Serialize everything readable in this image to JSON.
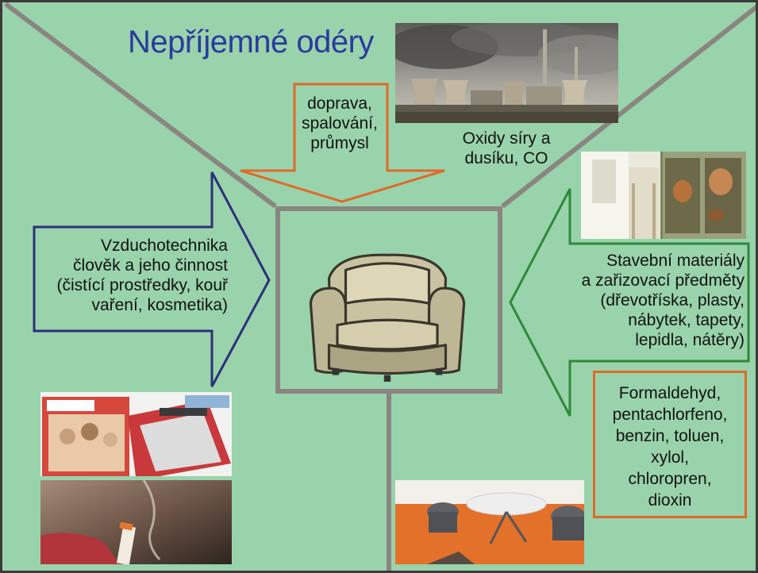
{
  "title": "Nepříjemné odéry",
  "top_arrow": {
    "lines": [
      "doprava,",
      "spalování,",
      "průmysl"
    ]
  },
  "smokestack_caption": {
    "lines": [
      "Oxidy síry a",
      "dusíku, CO"
    ]
  },
  "left_arrow": {
    "lines": [
      "Vzduchotechnika",
      "člověk a jeho činnost",
      "(čistící prostředky, kouř",
      "vaření, kosmetika)"
    ]
  },
  "right_arrow": {
    "lines": [
      "Stavební materiály",
      "a zařizovací předměty",
      "(dřevotříska, plasty,",
      "nábytek, tapety,",
      "lepidla, nátěry)"
    ]
  },
  "chemicals_box": {
    "lines": [
      "Formaldehyd,",
      "pentachlorfeno,",
      "benzin, toluen,",
      "xylol,",
      "chloropren,",
      "dioxin"
    ]
  },
  "colors": {
    "background": "#99d3ab",
    "title": "#2b3a9e",
    "top_arrow": "#e0692a",
    "left_arrow": "#2e2f7a",
    "right_arrow": "#2e8a3a",
    "frame": "#8a8580"
  },
  "icons": [
    "power-plant-photo",
    "cabinet-photo",
    "magazines-photo",
    "cigarette-photo",
    "cafe-chairs-photo",
    "armchair-icon"
  ]
}
